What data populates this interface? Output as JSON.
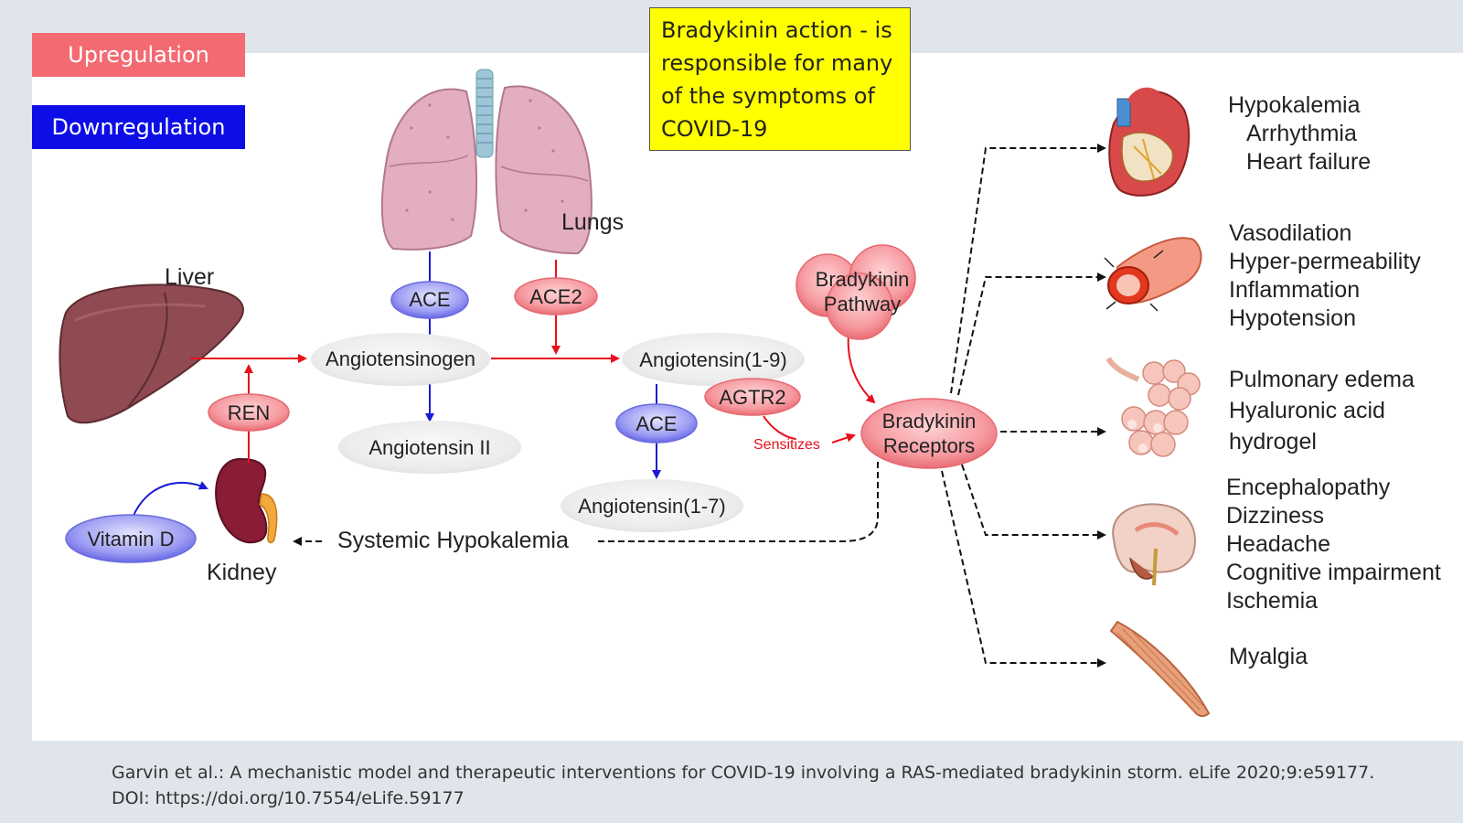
{
  "legend": {
    "upregulation": "Upregulation",
    "downregulation": "Downregulation"
  },
  "callout": {
    "line1": "Bradykinin action - is",
    "line2": "responsible for many",
    "line3": "of the symptoms of",
    "line4": "COVID-19"
  },
  "organs": {
    "liver": "Liver",
    "lungs": "Lungs",
    "kidney": "Kidney"
  },
  "nodes": {
    "ace_top": "ACE",
    "ace2": "ACE2",
    "angiotensinogen": "Angiotensinogen",
    "angiotensin_ii": "Angiotensin II",
    "angiotensin_1_9": "Angiotensin(1-9)",
    "agtr2": "AGTR2",
    "ace_bottom": "ACE",
    "angiotensin_1_7": "Angiotensin(1-7)",
    "ren": "REN",
    "vitamin_d": "Vitamin D",
    "bradykinin_pathway_1": "Bradykinin",
    "bradykinin_pathway_2": "Pathway",
    "bradykinin_receptors_1": "Bradykinin",
    "bradykinin_receptors_2": "Receptors"
  },
  "edge_labels": {
    "sensitizes": "Sensitizes",
    "systemic_hypokalemia": "Systemic Hypokalemia"
  },
  "symptoms": {
    "heart": [
      "Hypokalemia",
      "Arrhythmia",
      "Heart failure"
    ],
    "vessel": [
      "Vasodilation",
      "Hyper-permeability",
      "Inflammation",
      "Hypotension"
    ],
    "lung": [
      "Pulmonary edema",
      "Hyaluronic acid",
      "hydrogel"
    ],
    "brain": [
      "Encephalopathy",
      "Dizziness",
      "Headache",
      "Cognitive impairment",
      "Ischemia"
    ],
    "muscle": [
      "Myalgia"
    ]
  },
  "citation": {
    "line1": "Garvin et al.: A mechanistic model and therapeutic interventions for COVID-19 involving a RAS-mediated bradykinin storm. eLife 2020;9:e59177.",
    "line2": "DOI: https://doi.org/10.7554/eLife.59177"
  },
  "colors": {
    "up_fill": "#f46a72",
    "down_fill": "#0d0de8",
    "red_arrow": "#e8101a",
    "blue_arrow": "#1a1ad6",
    "callout_bg": "#ffff00",
    "neutral_node": "#ececec"
  }
}
